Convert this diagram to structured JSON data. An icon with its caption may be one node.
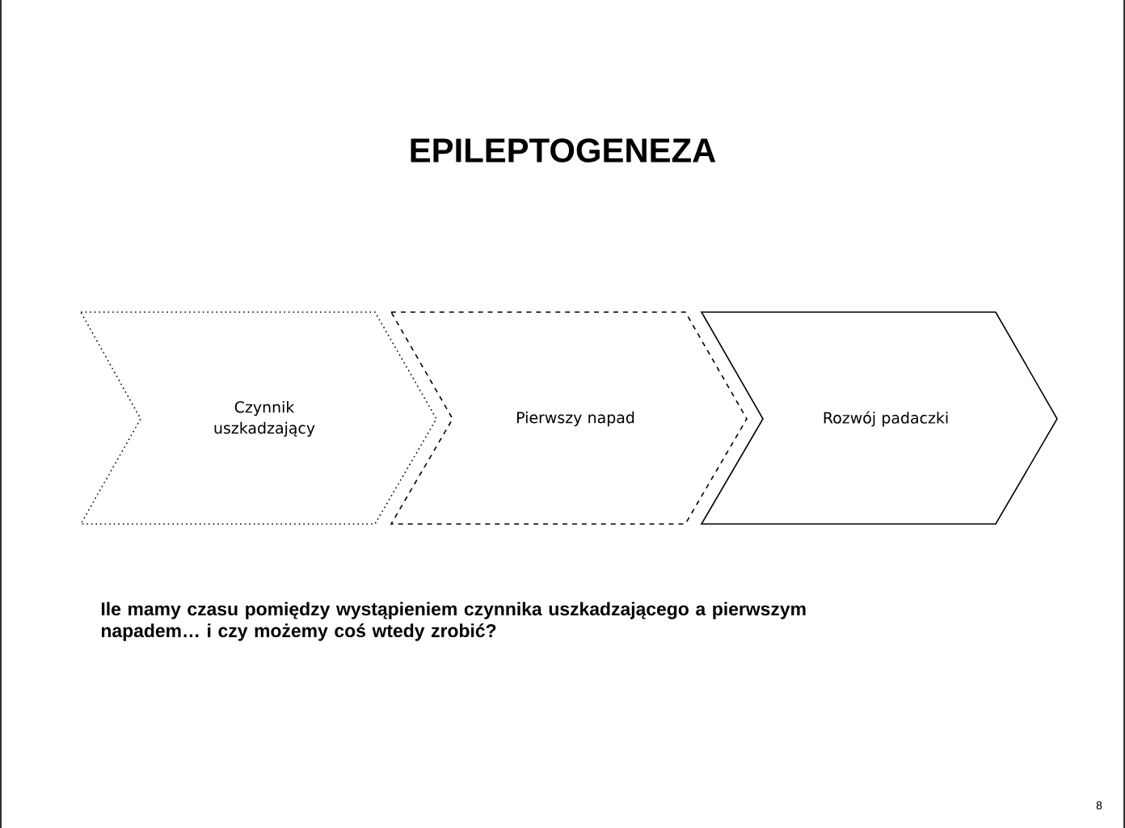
{
  "diagram": {
    "title": "EPILEPTOGENEZA",
    "nodes": [
      {
        "text": [
          "Czynnik uszkadzający"
        ]
      },
      {
        "text": [
          "Pierwszy napad"
        ]
      },
      {
        "text": [
          "Rozwój padaczki"
        ]
      }
    ],
    "labels": [
      "Ile mamy czasu pomiędzy wystąpieniem czynnika uszkadzającego a pierwszym napadem… i czy możemy coś wtedy zrobić?",
      "8"
    ]
  }
}
